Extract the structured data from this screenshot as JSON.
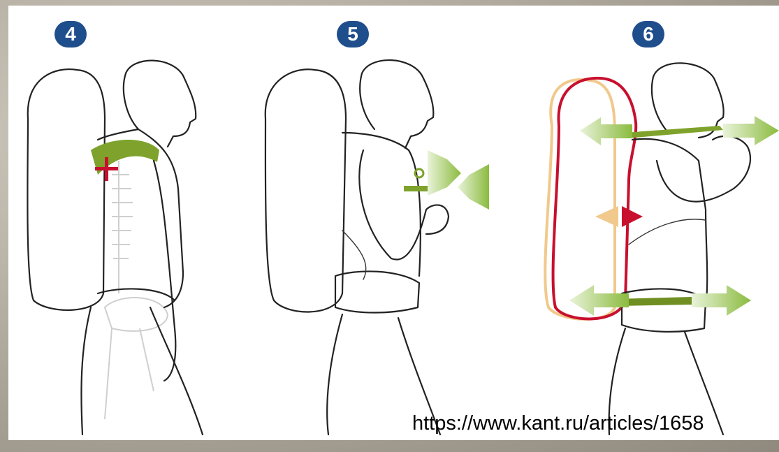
{
  "steps": [
    {
      "number": "4"
    },
    {
      "number": "5"
    },
    {
      "number": "6"
    }
  ],
  "source_url": "https://www.kant.ru/articles/1658",
  "colors": {
    "badge": "#1f4e8c",
    "strap_green": "#7ea22b",
    "arrow_green": "#9cc65a",
    "adjust_red": "#c8102e",
    "pack_outline_beige": "#f1c98c"
  },
  "icons": [
    "plus-icon",
    "compress-arrows-icon",
    "expand-arrows-icon",
    "pack-tilt-triangle-icon"
  ]
}
